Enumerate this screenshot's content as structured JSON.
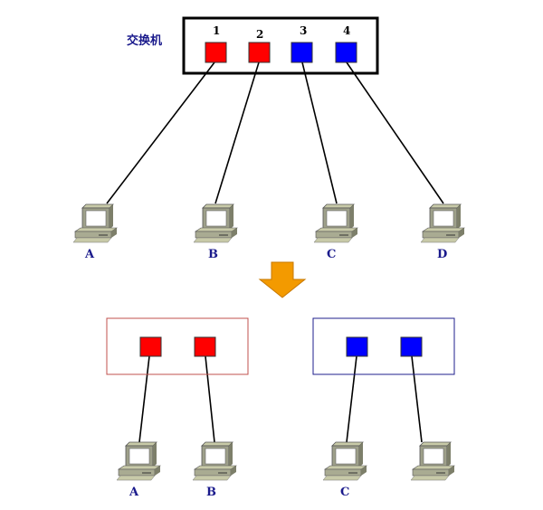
{
  "switch_label": "交换机",
  "ports": [
    "1",
    "2",
    "3",
    "4"
  ],
  "computers_top": [
    "A",
    "B",
    "C",
    "D"
  ],
  "computers_bottom": [
    "A",
    "B",
    "C"
  ],
  "colors": {
    "vlan_red": "#ff0000",
    "vlan_blue": "#0000ff",
    "arrow": "#f39a00",
    "label": "#1a1a8c"
  }
}
